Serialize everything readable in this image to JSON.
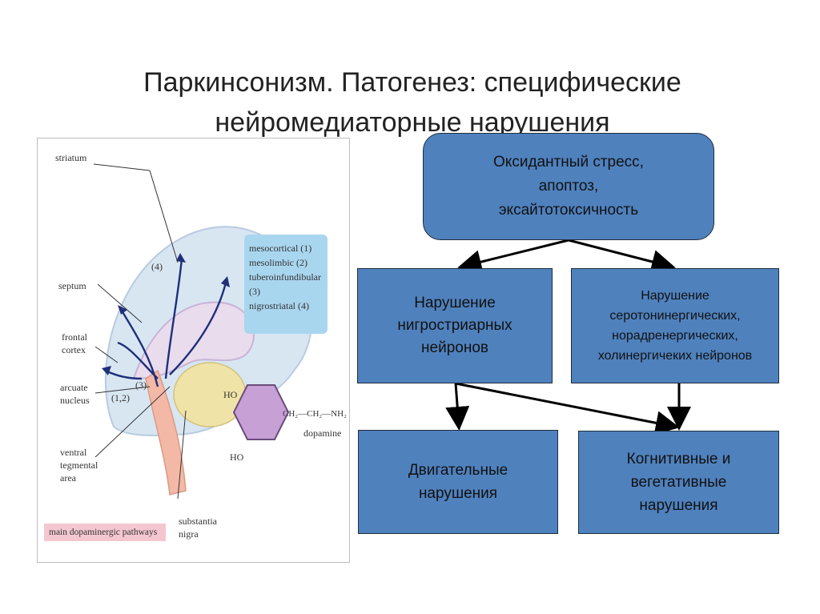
{
  "title": "Паркинсонизм. Патогенез: специфические\nнейромедиаторные нарушения",
  "flow": {
    "top": "Оксидантный стресс,\nапоптоз,\nэксайтотоксичность",
    "left": "Нарушение\nнигростриарных\nнейронов",
    "right": "Нарушение\nсеротонинергических,\nнорадренергических,\nхолинергичеких нейронов",
    "bottom_left": "Двигательные\nнарушения",
    "bottom_right": "Когнитивные и\nвегетативные\nнарушения"
  },
  "brain_figure": {
    "labels": {
      "striatum": "striatum",
      "septum": "septum",
      "frontal_cortex": "frontal\ncortex",
      "arcuate_nucleus": "arcuate\nnucleus",
      "ventral_tegmental_area": "ventral\ntegmental\narea",
      "substantia_nigra": "substantia\nnigra",
      "pathway_4": "(4)",
      "pathway_12": "(1,2)",
      "pathway_3": "(3)"
    },
    "legend": [
      "mesocortical (1)",
      "mesolimbic (2)",
      "tuberoinfundibular (3)",
      "nigrostriatal (4)"
    ],
    "caption": "main dopaminergic pathways",
    "dopamine": {
      "ho_top": "HO",
      "ho_bottom": "HO",
      "chain": "CH₂—CH₂—NH₂",
      "name": "dopamine"
    }
  },
  "colors": {
    "box_fill": "#4f81bd",
    "legend_fill": "#a9d6ef",
    "caption_fill": "#f4c7d0",
    "hexagon_fill": "#c7a0d6"
  }
}
